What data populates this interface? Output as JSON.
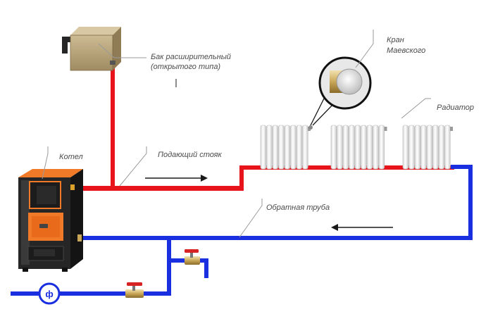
{
  "labels": {
    "tank_line1": "Бак расширительный",
    "tank_line2": "(открытого типа)",
    "valve_line1": "Кран",
    "valve_line2": "Маевского",
    "radiator": "Радиатор",
    "boiler": "Котел",
    "supply_riser": "Подающий стояк",
    "return_pipe": "Обратная труба",
    "filter_symbol": "ф"
  },
  "colors": {
    "supply_pipe": "#e8141c",
    "return_pipe": "#1a2fe0",
    "boiler_orange": "#f07a28",
    "boiler_dark": "#1e1e1e",
    "tank_body": "#b9a57c",
    "valve_handle": "#d62222",
    "leader_line": "#9a9a9a",
    "flow_arrow": "#1a1a1a"
  },
  "icons": [
    "expansion-tank-icon",
    "boiler-icon",
    "radiator-icon",
    "mayevsky-valve-icon",
    "ball-valve-icon",
    "filter-icon",
    "flow-arrow-icon"
  ]
}
